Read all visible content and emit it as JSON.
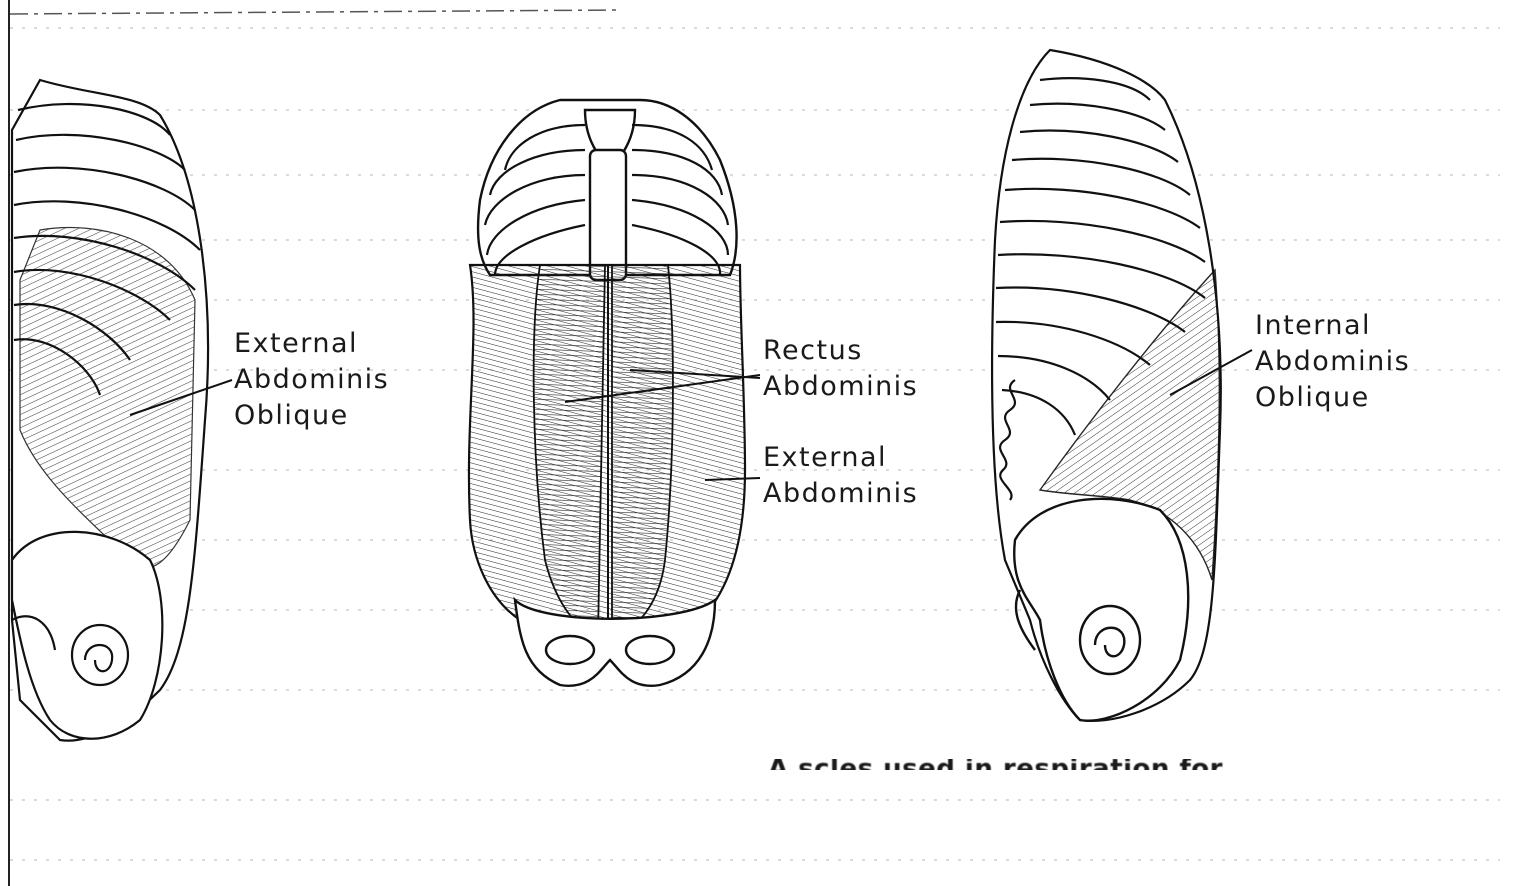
{
  "figures": [
    {
      "id": "side-view-left",
      "labels": [
        "External",
        "Abdominis",
        "Oblique"
      ]
    },
    {
      "id": "front-view",
      "labels_top": [
        "Rectus",
        "Abdominis"
      ],
      "labels_bottom": [
        "External",
        "Abdominis"
      ]
    },
    {
      "id": "side-view-right",
      "labels": [
        "Internal",
        "Abdominis",
        "Oblique"
      ]
    }
  ],
  "caption_fragment": "A         scles used in respiration for"
}
